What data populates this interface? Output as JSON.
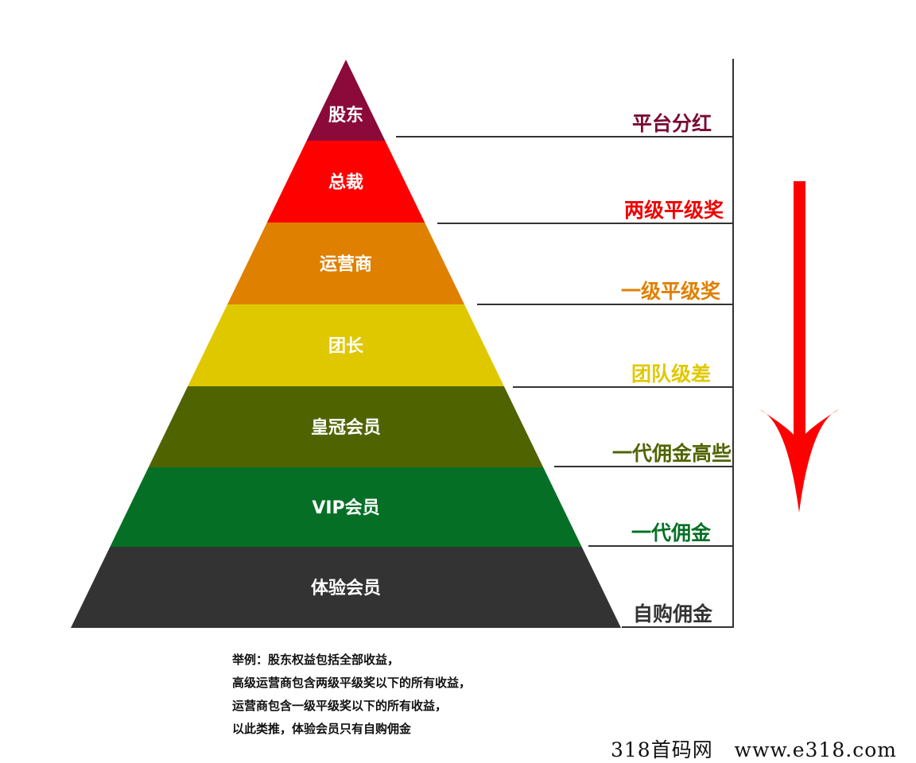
{
  "levels": [
    {
      "name": "股东",
      "bonus": "平台分红",
      "color": "#8b0a3a",
      "label_color": "#7a0a35"
    },
    {
      "name": "总裁",
      "bonus": "两级平级奖",
      "color": "#ff0000",
      "label_color": "#f00000"
    },
    {
      "name": "运营商",
      "bonus": "一级平级奖",
      "color": "#e08000",
      "label_color": "#e08000"
    },
    {
      "name": "团长",
      "bonus": "团队级差",
      "color": "#e0c800",
      "label_color": "#e0c800"
    },
    {
      "name": "皇冠会员",
      "bonus": "一代佣金高些",
      "color": "#4f6400",
      "label_color": "#4f6400"
    },
    {
      "name": "VIP会员",
      "bonus": "一代佣金",
      "color": "#057025",
      "label_color": "#057025"
    },
    {
      "name": "体验会员",
      "bonus": "自购佣金",
      "color": "#333333",
      "label_color": "#333333"
    }
  ],
  "arrow_color": "#ff0000",
  "note": [
    "举例：股东权益包括全部收益，",
    "高级运营商包含两级平级奖以下的所有收益，",
    "运营商包含一级平级奖以下的所有收益，",
    "以此类推，体验会员只有自购佣金"
  ],
  "watermark": "318首码网   www.e318.com"
}
